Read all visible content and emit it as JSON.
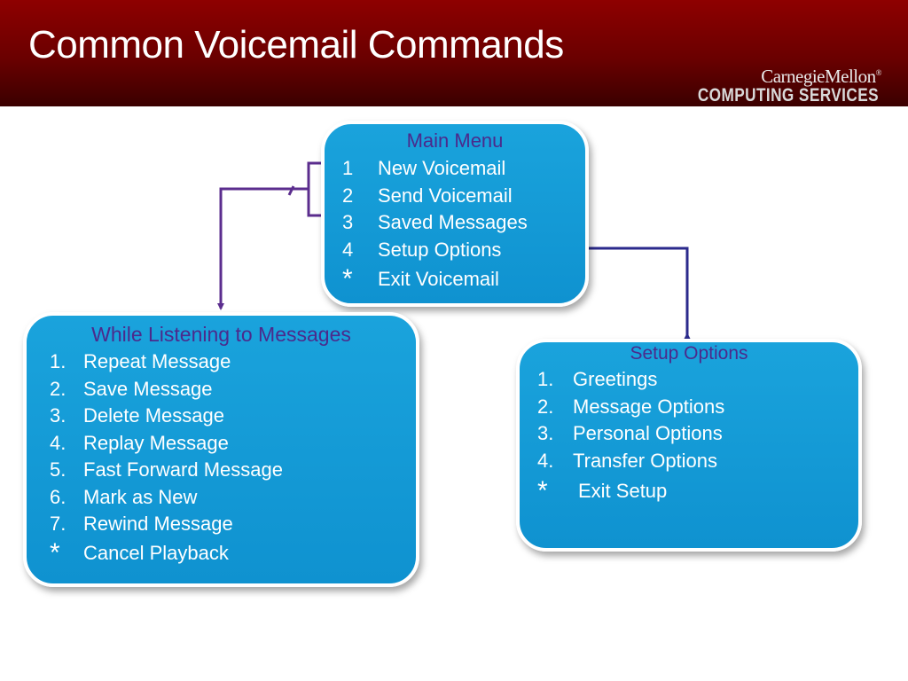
{
  "header": {
    "title": "Common Voicemail Commands",
    "logo_line1": "CarnegieMellon",
    "logo_reg": "®",
    "logo_line2": "COMPUTING SERVICES"
  },
  "main_menu": {
    "title": "Main Menu",
    "items": [
      {
        "key": "1",
        "label": "New Voicemail"
      },
      {
        "key": "2",
        "label": "Send Voicemail"
      },
      {
        "key": "3",
        "label": "Saved Messages"
      },
      {
        "key": "4",
        "label": "Setup Options"
      },
      {
        "key": "*",
        "label": "Exit Voicemail"
      }
    ]
  },
  "listening": {
    "title": "While Listening to Messages",
    "items": [
      {
        "key": "1.",
        "label": "Repeat Message"
      },
      {
        "key": "2.",
        "label": "Save Message"
      },
      {
        "key": "3.",
        "label": "Delete Message"
      },
      {
        "key": "4.",
        "label": "Replay Message"
      },
      {
        "key": "5.",
        "label": "Fast Forward Message"
      },
      {
        "key": "6.",
        "label": "Mark as New"
      },
      {
        "key": "7.",
        "label": "Rewind Message"
      },
      {
        "key": "*",
        "label": "Cancel Playback"
      }
    ]
  },
  "setup": {
    "title": "Setup Options",
    "items": [
      {
        "key": "1.",
        "label": "Greetings"
      },
      {
        "key": "2.",
        "label": "Message Options"
      },
      {
        "key": "3.",
        "label": "Personal Options"
      },
      {
        "key": "4.",
        "label": "Transfer Options"
      },
      {
        "key": "*",
        "label": "Exit Setup"
      }
    ]
  },
  "colors": {
    "header_red": "#8e0000",
    "box_blue": "#1aa3dc",
    "heading_purple": "#4b2a8c",
    "arrow_purple": "#5b2d8e",
    "arrow_navy": "#2b2a8c"
  }
}
